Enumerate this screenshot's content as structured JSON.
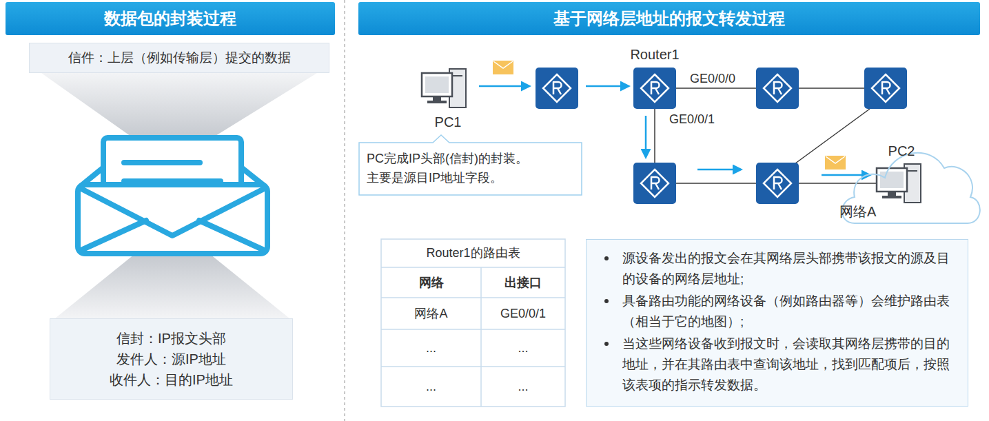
{
  "diagram": {
    "nodes": [
      {
        "text": [
          "数据包的封装过程"
        ]
      },
      {
        "text": [
          "信件：上层（例如传输层）提交的数据"
        ]
      },
      {
        "text": [
          "信封：IP报文头部",
          "发件人：源IP地址",
          "收件人：目的IP地址"
        ]
      },
      {
        "text": [
          "基于网络层地址的报文转发过程"
        ]
      },
      {
        "text": [
          "PC1"
        ]
      },
      {
        "text": [
          "Router1"
        ]
      },
      {
        "text": [
          "网络A"
        ]
      },
      {
        "text": [
          "PC2"
        ],
        "in": 6
      },
      {
        "text": [
          "PC完成IP头部(信封)的封装。 主要是源目IP地址字段。"
        ]
      },
      {
        "text": [
          "Router1的路由表"
        ]
      },
      {
        "text": [
          "源设备发出的报文会在其网络层头部携带该报文的源及目的设备的网络层地址;",
          "具备路由功能的网络设备（例如路由器等）会维护路由表（相当于它的地图）;",
          "当这些网络设备收到报文时，会读取其网络层携带的目的地址，并在其路由表中查询该地址，找到匹配项后，按照该表项的指示转发数据。"
        ]
      }
    ],
    "labels": [
      "GE0/0/0",
      "GE0/0/1",
      "网络",
      "出接口",
      "网络A",
      "GE0/0/1",
      "...",
      "...",
      "...",
      "..."
    ]
  }
}
